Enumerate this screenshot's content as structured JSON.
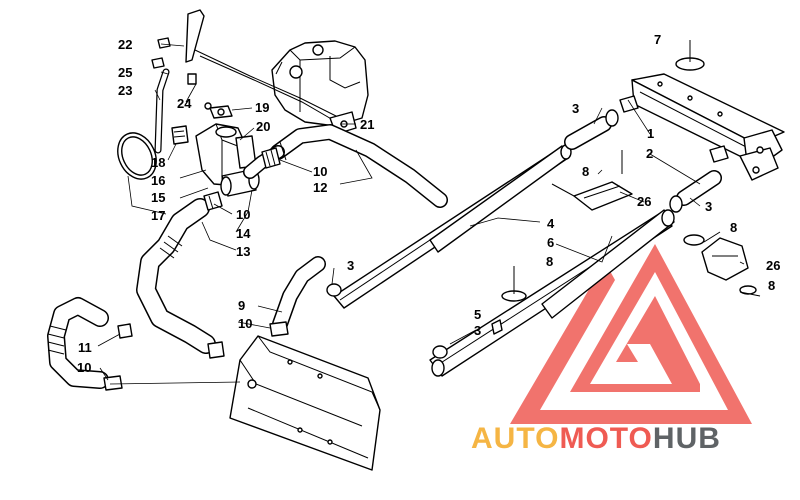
{
  "diagram": {
    "callouts": [
      {
        "id": "c1",
        "label": "1"
      },
      {
        "id": "c2",
        "label": "2"
      },
      {
        "id": "c3a",
        "label": "3"
      },
      {
        "id": "c3b",
        "label": "3"
      },
      {
        "id": "c3c",
        "label": "3"
      },
      {
        "id": "c3d",
        "label": "3"
      },
      {
        "id": "c4",
        "label": "4"
      },
      {
        "id": "c5",
        "label": "5"
      },
      {
        "id": "c6",
        "label": "6"
      },
      {
        "id": "c7",
        "label": "7"
      },
      {
        "id": "c8a",
        "label": "8"
      },
      {
        "id": "c8b",
        "label": "8"
      },
      {
        "id": "c8c",
        "label": "8"
      },
      {
        "id": "c8d",
        "label": "8"
      },
      {
        "id": "c9",
        "label": "9"
      },
      {
        "id": "c10a",
        "label": "10"
      },
      {
        "id": "c10b",
        "label": "10"
      },
      {
        "id": "c10c",
        "label": "10"
      },
      {
        "id": "c10d",
        "label": "10"
      },
      {
        "id": "c11",
        "label": "11"
      },
      {
        "id": "c12",
        "label": "12"
      },
      {
        "id": "c13",
        "label": "13"
      },
      {
        "id": "c14",
        "label": "14"
      },
      {
        "id": "c15",
        "label": "15"
      },
      {
        "id": "c16",
        "label": "16"
      },
      {
        "id": "c17",
        "label": "17"
      },
      {
        "id": "c18",
        "label": "18"
      },
      {
        "id": "c19",
        "label": "19"
      },
      {
        "id": "c20",
        "label": "20"
      },
      {
        "id": "c21",
        "label": "21"
      },
      {
        "id": "c22",
        "label": "22"
      },
      {
        "id": "c23",
        "label": "23"
      },
      {
        "id": "c24",
        "label": "24"
      },
      {
        "id": "c25",
        "label": "25"
      },
      {
        "id": "c26a",
        "label": "26"
      },
      {
        "id": "c26b",
        "label": "26"
      }
    ]
  },
  "watermark": {
    "parts": [
      "AUTO",
      "MOTO",
      "HUB"
    ],
    "colors": {
      "auto": "#f5b544",
      "moto": "#ef5b53",
      "hub": "#5f6366",
      "triangle": "#ef5b53"
    }
  }
}
